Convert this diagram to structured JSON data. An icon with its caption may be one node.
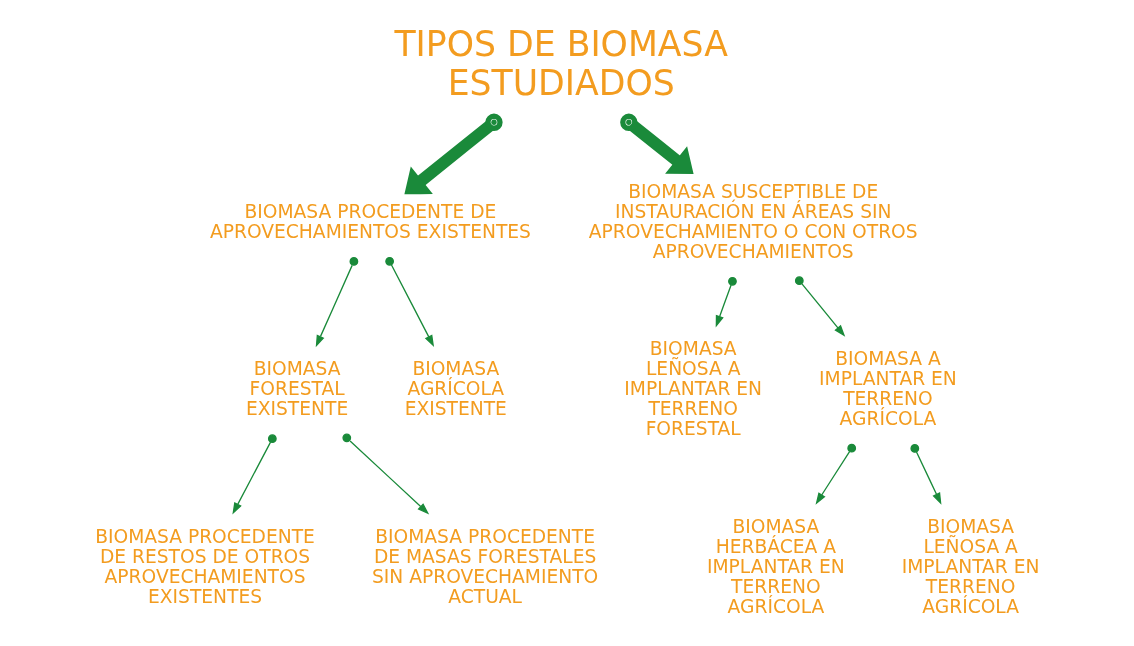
{
  "diagram": {
    "nodes": [
      {
        "text": [
          "TIPOS DE BIOMASA ESTUDIADOS"
        ]
      },
      {
        "text": [
          "BIOMASA PROCEDENTE DE APROVECHAMIENTOS EXISTENTES"
        ]
      },
      {
        "text": [
          "BIOMASA SUSCEPTIBLE DE INSTAURACIÓN EN ÁREAS SIN APROVECHAMIENTO O CON OTROS APROVECHAMIENTOS"
        ]
      },
      {
        "text": [
          "BIOMASA FORESTAL EXISTENTE"
        ]
      },
      {
        "text": [
          "BIOMASA AGRÍCOLA EXISTENTE"
        ]
      },
      {
        "text": [
          "BIOMASA LEÑOSA A IMPLANTAR EN TERRENO FORESTAL"
        ]
      },
      {
        "text": [
          "BIOMASA A IMPLANTAR EN TERRENO AGRÍCOLA"
        ]
      },
      {
        "text": [
          "BIOMASA PROCEDENTE DE RESTOS DE OTROS APROVECHAMIENTOS EXISTENTES"
        ]
      },
      {
        "text": [
          "BIOMASA PROCEDENTE DE MASAS FORESTALES SIN APROVECHAMIENTO ACTUAL"
        ]
      },
      {
        "text": [
          "BIOMASA HERBÁCEA A IMPLANTAR EN TERRENO AGRÍCOLA"
        ]
      },
      {
        "text": [
          "BIOMASA LEÑOSA A IMPLANTAR EN TERRENO AGRÍCOLA"
        ]
      }
    ],
    "edges": [
      {
        "from": 0,
        "to": 1,
        "arrow": "to",
        "style": "thick"
      },
      {
        "from": 0,
        "to": 2,
        "arrow": "to",
        "style": "thick"
      },
      {
        "from": 1,
        "to": 3,
        "arrow": "to"
      },
      {
        "from": 1,
        "to": 4,
        "arrow": "to"
      },
      {
        "from": 2,
        "to": 5,
        "arrow": "to"
      },
      {
        "from": 2,
        "to": 6,
        "arrow": "to"
      },
      {
        "from": 3,
        "to": 7,
        "arrow": "to"
      },
      {
        "from": 3,
        "to": 8,
        "arrow": "to"
      },
      {
        "from": 6,
        "to": 9,
        "arrow": "to"
      },
      {
        "from": 6,
        "to": 10,
        "arrow": "to"
      }
    ]
  }
}
